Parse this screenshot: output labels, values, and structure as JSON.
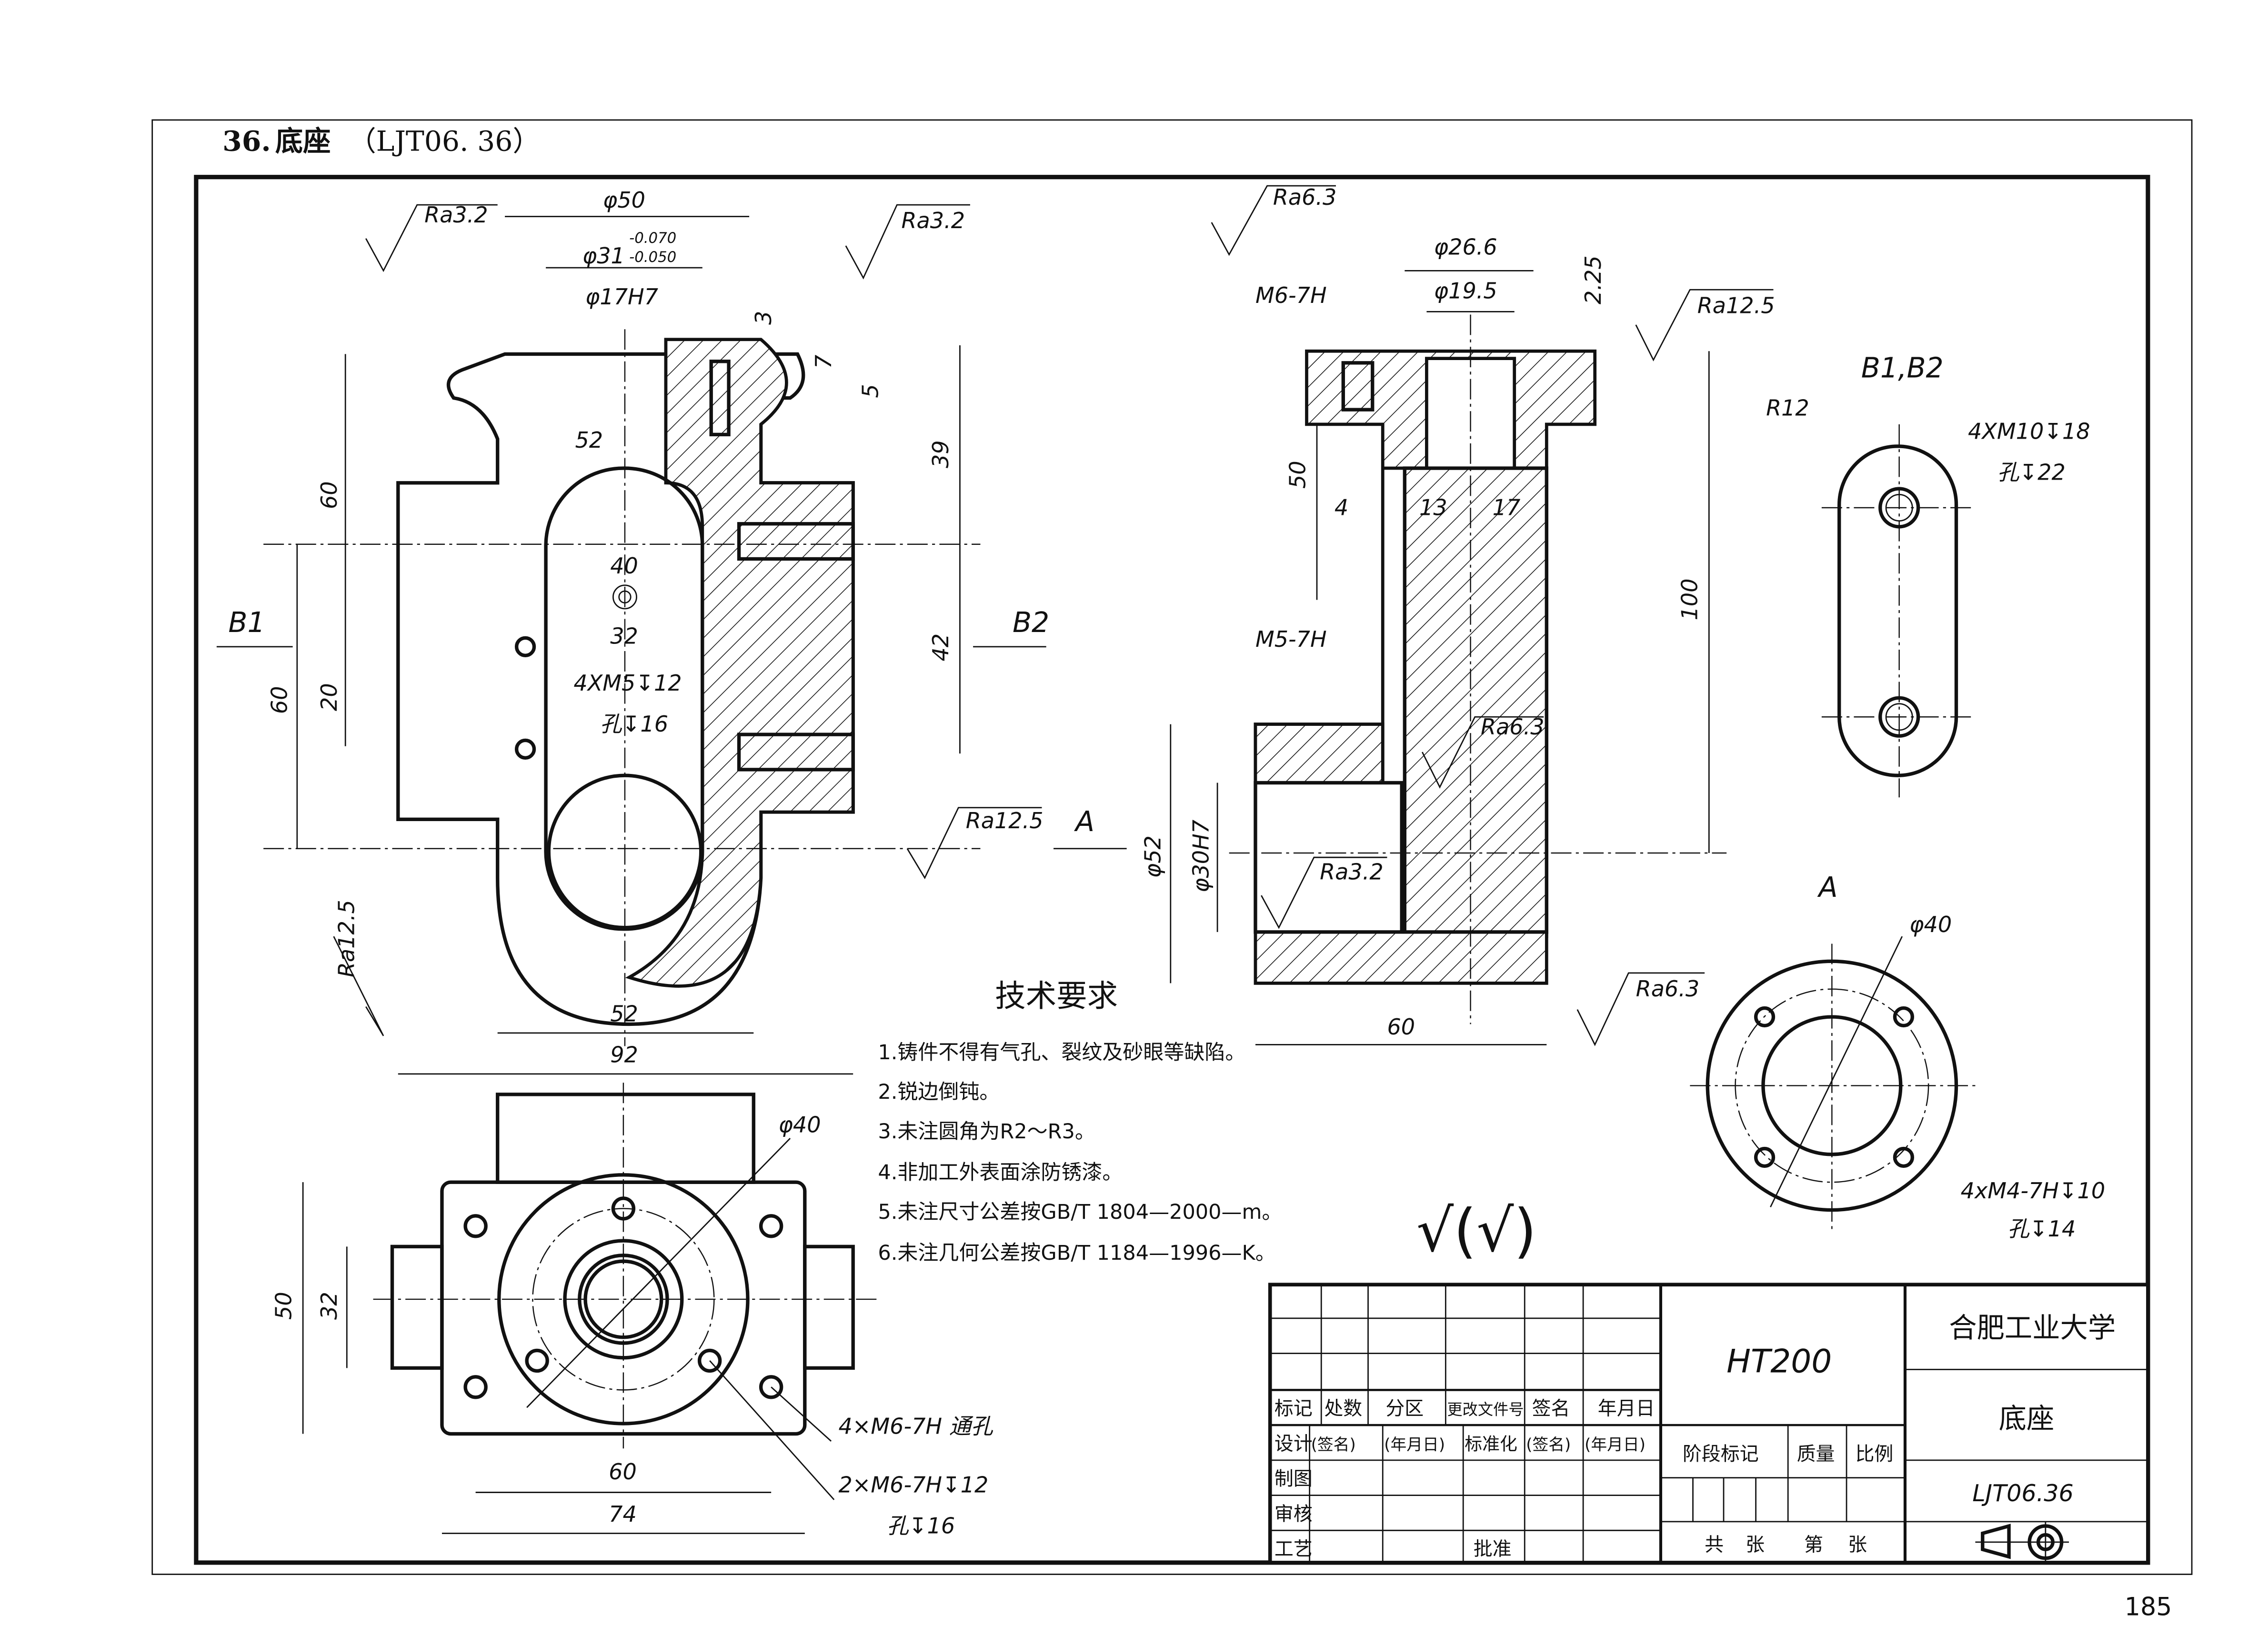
{
  "header": {
    "number": "36.",
    "title": "底座",
    "code": "（LJT06. 36）"
  },
  "page_number": "185",
  "front_view": {
    "labels": [
      "Ra3.2",
      "φ50",
      "φ31",
      "-0.070",
      "-0.050",
      "φ17H7",
      "Ra3.2",
      "3",
      "7",
      "5",
      "39",
      "52",
      "60",
      "40",
      "32",
      "4XM5↧12",
      "孔↧16",
      "60",
      "20",
      "42",
      "B1",
      "B2",
      "Ra12.5",
      "Ra12.5",
      "52",
      "92"
    ]
  },
  "side_view": {
    "labels": [
      "Ra6.3",
      "φ26.6",
      "M6-7H",
      "φ19.5",
      "2.25",
      "Ra12.5",
      "50",
      "4",
      "13",
      "17",
      "100",
      "M5-7H",
      "Ra6.3",
      "A",
      "φ52",
      "φ30H7",
      "Ra3.2",
      "Ra6.3",
      "60"
    ]
  },
  "view_b": {
    "labels": [
      "B1,B2",
      "R12",
      "4XM10↧18",
      "孔↧22"
    ]
  },
  "view_a": {
    "labels": [
      "A",
      "φ40",
      "4xM4-7H↧10",
      "孔↧14"
    ]
  },
  "bottom_view": {
    "labels": [
      "φ40",
      "50",
      "32",
      "4×M6-7H 通孔",
      "60",
      "2×M6-7H↧12",
      "孔↧16",
      "74"
    ]
  },
  "surface_note": "√(√)",
  "tech_req": {
    "title": "技术要求",
    "items": [
      "1.铸件不得有气孔、裂纹及砂眼等缺陷。",
      "2.锐边倒钝。",
      "3.未注圆角为R2～R3。",
      "4.非加工外表面涂防锈漆。",
      "5.未注尺寸公差按GB/T 1804—2000—m。",
      "6.未注几何公差按GB/T 1184—1996—K。"
    ]
  },
  "title_block": {
    "material": "HT200",
    "school": "合肥工业大学",
    "part_name": "底座",
    "drawing_no": "LJT06.36",
    "header_row": [
      "标记",
      "处数",
      "分区",
      "更改文件号",
      "签名",
      "年月日"
    ],
    "design_row": [
      "设计",
      "(签名)",
      "(年月日)",
      "标准化",
      "(签名)",
      "(年月日)"
    ],
    "rows": [
      "制图",
      "审核",
      "工艺"
    ],
    "approve": "批准",
    "stage": "阶段标记",
    "mass": "质量",
    "scale": "比例",
    "sheets": [
      "共",
      "张",
      "第",
      "张"
    ]
  }
}
